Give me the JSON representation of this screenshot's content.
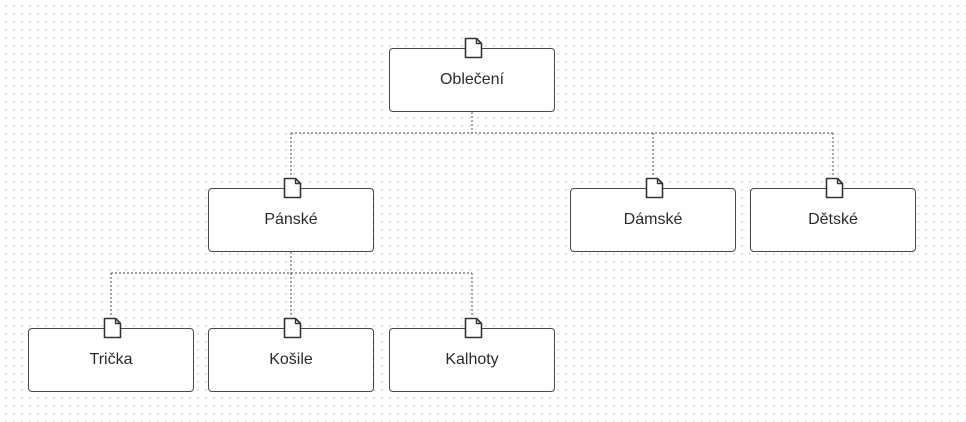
{
  "diagram": {
    "type": "hierarchy",
    "connector_style": "dotted",
    "nodes": [
      {
        "id": "obleceni",
        "label": "Oblečení",
        "icon": "document-icon",
        "parent": null
      },
      {
        "id": "panske",
        "label": "Pánské",
        "icon": "document-icon",
        "parent": "obleceni"
      },
      {
        "id": "damske",
        "label": "Dámské",
        "icon": "document-icon",
        "parent": "obleceni"
      },
      {
        "id": "detske",
        "label": "Dětské",
        "icon": "document-icon",
        "parent": "obleceni"
      },
      {
        "id": "tricka",
        "label": "Trička",
        "icon": "document-icon",
        "parent": "panske"
      },
      {
        "id": "kosile",
        "label": "Košile",
        "icon": "document-icon",
        "parent": "panske"
      },
      {
        "id": "kalhoty",
        "label": "Kalhoty",
        "icon": "document-icon",
        "parent": "panske"
      }
    ],
    "colors": {
      "node_border": "#4a4a4a",
      "connector": "#6e6e6e",
      "text": "#2b2b2b",
      "grid_dot": "#dcdcdc"
    }
  }
}
